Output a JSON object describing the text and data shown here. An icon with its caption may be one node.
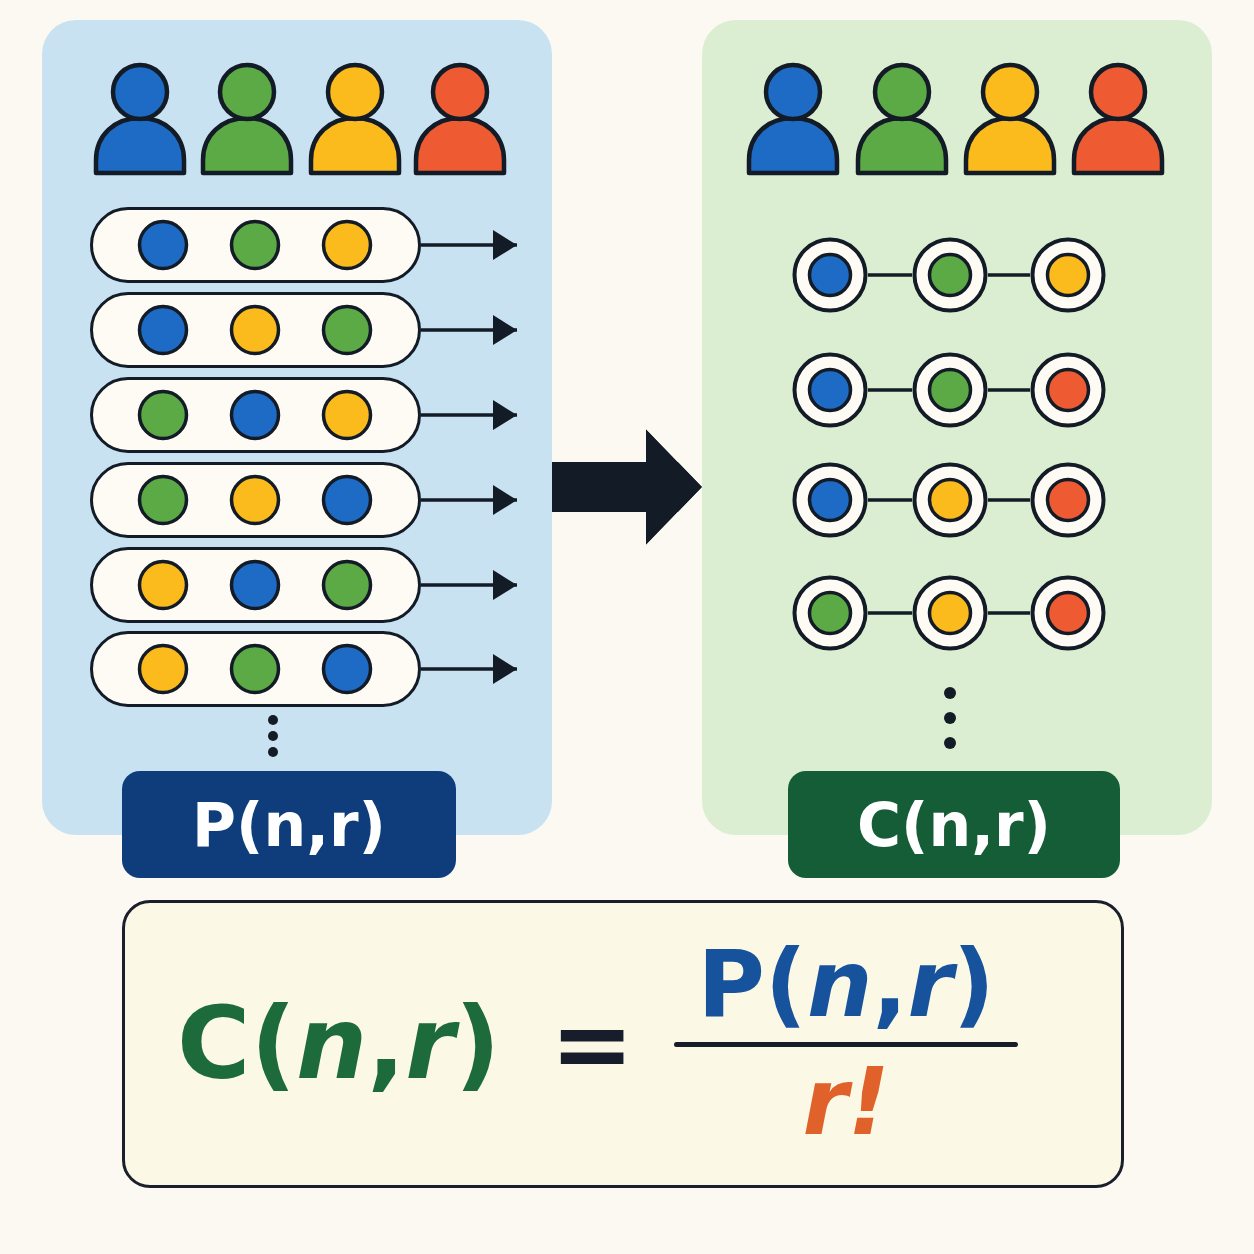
{
  "diagram": {
    "nodes": [
      {
        "text": [],
        "shape": "box"
      },
      {
        "text": [],
        "shape": "box",
        "in": 0
      },
      {
        "text": [],
        "shape": "box",
        "in": 0
      },
      {
        "text": [],
        "shape": "box",
        "in": 0
      },
      {
        "text": [],
        "shape": "box",
        "in": 0
      },
      {
        "text": [],
        "shape": "box",
        "in": 0
      },
      {
        "text": [],
        "shape": "box",
        "in": 0
      },
      {
        "text": [
          "P(n,r)"
        ]
      },
      {
        "text": [],
        "shape": "box"
      },
      {
        "text": [],
        "shape": "circle",
        "in": 8
      },
      {
        "text": [],
        "shape": "circle",
        "in": 8
      },
      {
        "text": [],
        "shape": "circle",
        "in": 8
      },
      {
        "text": [],
        "shape": "circle",
        "in": 8
      },
      {
        "text": [],
        "shape": "circle",
        "in": 8
      },
      {
        "text": [],
        "shape": "circle",
        "in": 8
      },
      {
        "text": [],
        "shape": "circle",
        "in": 8
      },
      {
        "text": [],
        "shape": "circle",
        "in": 8
      },
      {
        "text": [],
        "shape": "circle",
        "in": 8
      },
      {
        "text": [],
        "shape": "circle",
        "in": 8
      },
      {
        "text": [],
        "shape": "circle",
        "in": 8
      },
      {
        "text": [],
        "shape": "circle",
        "in": 8
      },
      {
        "text": [
          "C(n,r)"
        ]
      },
      {
        "text": [
          "C(*n*,*r*)",
          "=",
          "P(*n*,*r*)",
          "r!"
        ]
      }
    ],
    "edges": [
      {
        "from": 0,
        "to": 8,
        "arrow": "to",
        "style": "thick"
      },
      {
        "from": 1,
        "to": null,
        "arrow": "to"
      },
      {
        "from": 2,
        "to": null,
        "arrow": "to"
      },
      {
        "from": 3,
        "to": null,
        "arrow": "to"
      },
      {
        "from": 4,
        "to": null,
        "arrow": "to"
      },
      {
        "from": 5,
        "to": null,
        "arrow": "to"
      },
      {
        "from": 6,
        "to": null,
        "arrow": "to"
      },
      {
        "from": 9,
        "to": 10,
        "arrow": "none"
      },
      {
        "from": 10,
        "to": 11,
        "arrow": "none"
      },
      {
        "from": 12,
        "to": 13,
        "arrow": "none"
      },
      {
        "from": 13,
        "to": 14,
        "arrow": "none"
      },
      {
        "from": 15,
        "to": 16,
        "arrow": "none"
      },
      {
        "from": 16,
        "to": 17,
        "arrow": "none"
      },
      {
        "from": 18,
        "to": 19,
        "arrow": "none"
      },
      {
        "from": 19,
        "to": 20,
        "arrow": "none"
      }
    ]
  }
}
